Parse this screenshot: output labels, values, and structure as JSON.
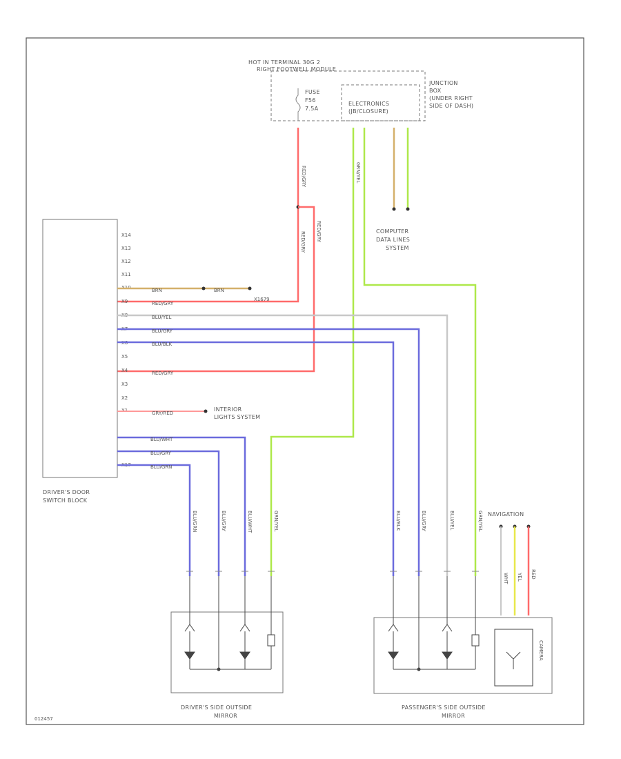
{
  "header": {
    "hot_line_1": "HOT IN TERMINAL 30G 2",
    "hot_line_2": "RIGHT FOOTWELL MODULE",
    "fuse_name": "FUSE",
    "fuse_id": "F56",
    "fuse_rating": "7.5A",
    "junction_box_1": "JUNCTION",
    "junction_box_2": "BOX",
    "junction_box_3": "(UNDER RIGHT",
    "junction_box_4": "SIDE OF DASH)",
    "electronics_1": "ELECTRONICS",
    "electronics_2": "(JB/CLOSURE)"
  },
  "computer": {
    "line_1": "COMPUTER",
    "line_2": "DATA LINES",
    "line_3": "SYSTEM"
  },
  "switch_block": {
    "line_1": "DRIVER'S DOOR",
    "line_2": "SWITCH BLOCK",
    "pins": [
      "X14",
      "X13",
      "X12",
      "X11",
      "X10",
      "X9",
      "X8",
      "X7",
      "X6",
      "X5",
      "X4",
      "X3",
      "X2",
      "X1",
      "X17"
    ]
  },
  "wires": {
    "brn": "BRN",
    "red_gry": "RED/GRY",
    "blu_yel": "BLU/YEL",
    "blu_gry": "BLU/GRY",
    "blu_blk": "BLU/BLK",
    "gry_red": "GRY/RED",
    "blu_wht": "BLU/WHT",
    "blu_grn": "BLU/GRN",
    "grn_yel": "GRN/YEL",
    "wht": "WHT",
    "yel": "YEL",
    "red": "RED"
  },
  "ground_label": "X1679",
  "interior": {
    "line_1": "INTERIOR",
    "line_2": "LIGHTS SYSTEM"
  },
  "navigation_label": "NAVIGATION",
  "camera_label": "CAMERA",
  "mirrors": {
    "driver_1": "DRIVER'S SIDE OUTSIDE",
    "driver_2": "MIRROR",
    "passenger_1": "PASSENGER'S SIDE OUTSIDE",
    "passenger_2": "MIRROR"
  },
  "footer_code": "012457",
  "colors": {
    "red_wire": "#ff6b6b",
    "blue_wire": "#6b6bdd",
    "green_wire": "#aee84a",
    "gray_wire": "#c8c8c8",
    "brown_wire": "#d4b06a",
    "yellow_wire": "#e8e84a",
    "frame": "#555555"
  }
}
